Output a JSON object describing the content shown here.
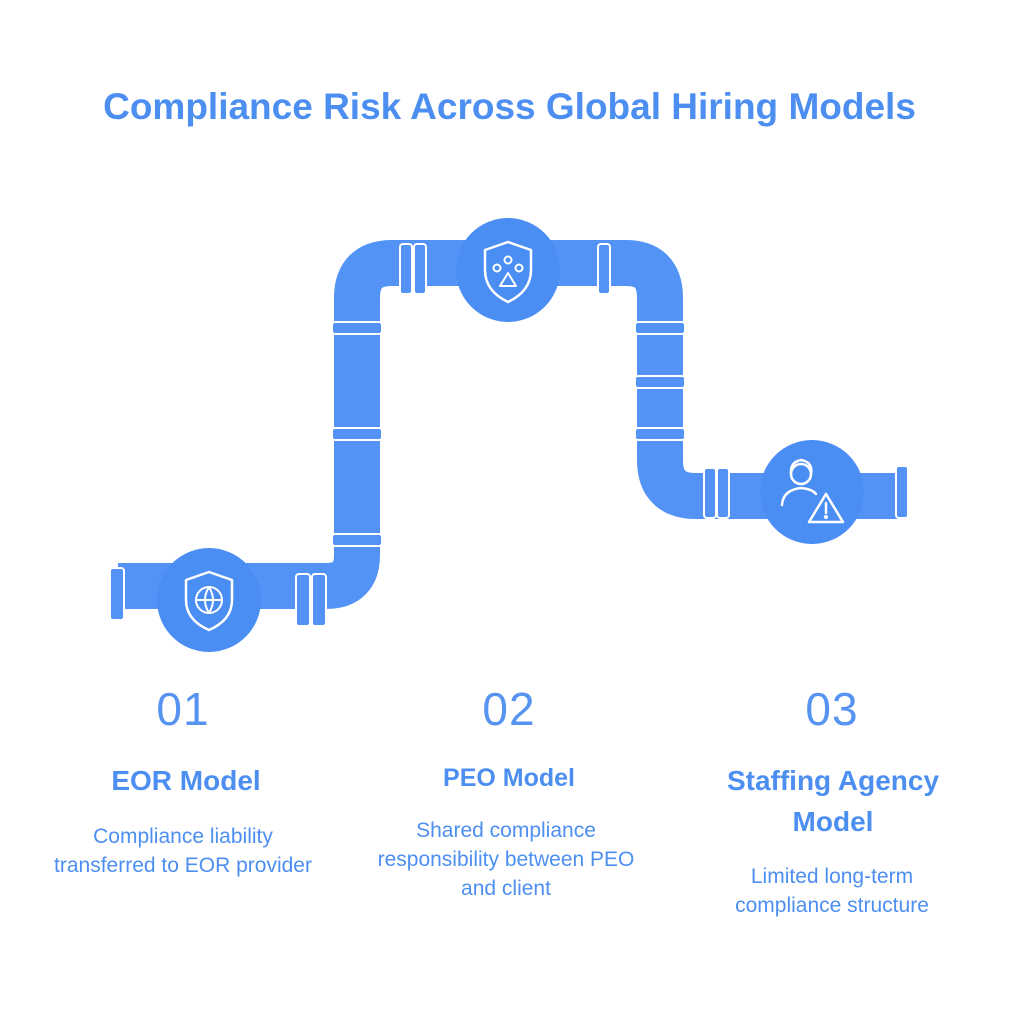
{
  "title": "Compliance Risk Across Global Hiring Models",
  "colors": {
    "accent": "#4d8ff0",
    "pipe": "#5393f5",
    "pipe_dark": "#3c7be6",
    "icon_stroke": "#ffffff"
  },
  "steps": [
    {
      "number": "01",
      "heading": "EOR Model",
      "description": "Compliance liability transferred to EOR provider",
      "icon": "shield-globe-icon"
    },
    {
      "number": "02",
      "heading": "PEO Model",
      "description": "Shared compliance responsibility between PEO and client",
      "icon": "shield-network-icon"
    },
    {
      "number": "03",
      "heading": "Staffing Agency Model",
      "description": "Limited long-term compliance structure",
      "icon": "person-warning-icon"
    }
  ]
}
